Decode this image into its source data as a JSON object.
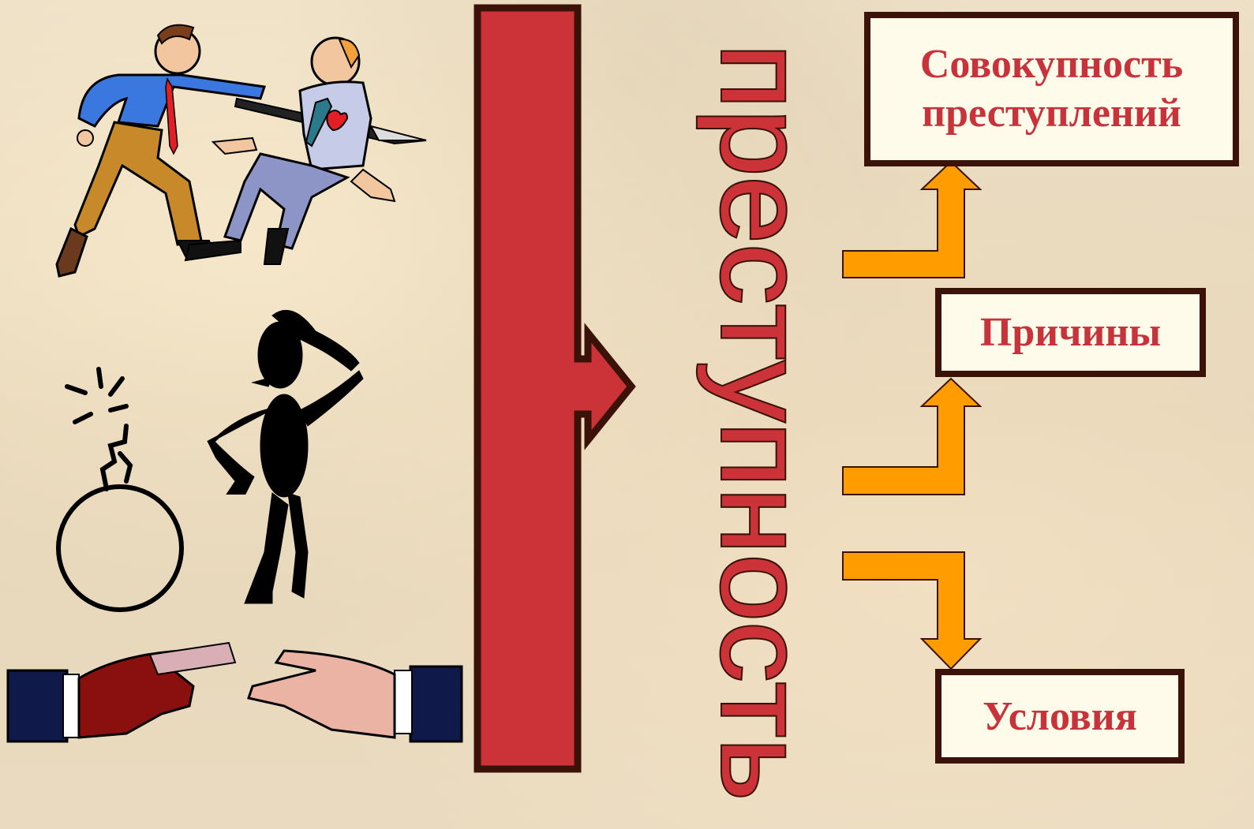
{
  "diagram": {
    "central_word": "преступность",
    "boxes": {
      "top_line1": "Совокупность",
      "top_line2": "преступлений",
      "middle": "Причины",
      "bottom": "Условия"
    }
  },
  "colors": {
    "bar_red": "#cc3338",
    "bar_border": "#3a1208",
    "box_text": "#c8333b",
    "arrow_orange": "#ff9c00",
    "box_fill": "#fffbea"
  },
  "icons": [
    "fight-stab-illustration",
    "bomb-icon",
    "thinking-man-silhouette",
    "bribe-hands-illustration"
  ]
}
